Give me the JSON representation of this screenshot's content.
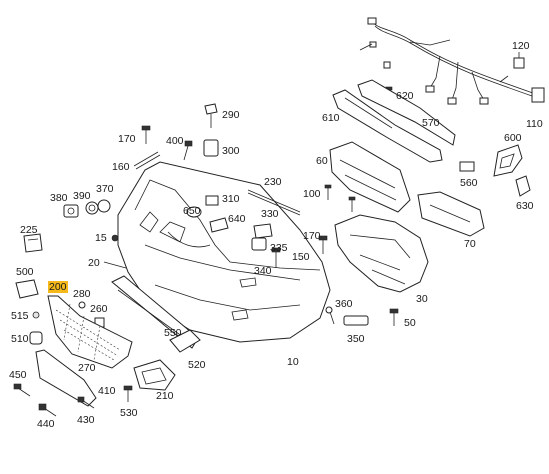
{
  "diagram": {
    "highlight_color": "#f5b91c",
    "callouts": [
      {
        "id": "120",
        "text": "120",
        "highlighted": false
      },
      {
        "id": "620",
        "text": "620",
        "highlighted": false
      },
      {
        "id": "110",
        "text": "110",
        "highlighted": false
      },
      {
        "id": "290",
        "text": "290",
        "highlighted": false
      },
      {
        "id": "610",
        "text": "610",
        "highlighted": false
      },
      {
        "id": "570",
        "text": "570",
        "highlighted": false
      },
      {
        "id": "170a",
        "text": "170",
        "highlighted": false
      },
      {
        "id": "400",
        "text": "400",
        "highlighted": false
      },
      {
        "id": "600",
        "text": "600",
        "highlighted": false
      },
      {
        "id": "300",
        "text": "300",
        "highlighted": false
      },
      {
        "id": "160",
        "text": "160",
        "highlighted": false
      },
      {
        "id": "60",
        "text": "60",
        "highlighted": false
      },
      {
        "id": "560",
        "text": "560",
        "highlighted": false
      },
      {
        "id": "230",
        "text": "230",
        "highlighted": false
      },
      {
        "id": "380",
        "text": "380",
        "highlighted": false
      },
      {
        "id": "390",
        "text": "390",
        "highlighted": false
      },
      {
        "id": "370",
        "text": "370",
        "highlighted": false
      },
      {
        "id": "310",
        "text": "310",
        "highlighted": false
      },
      {
        "id": "100",
        "text": "100",
        "highlighted": false
      },
      {
        "id": "630",
        "text": "630",
        "highlighted": false
      },
      {
        "id": "650",
        "text": "650",
        "highlighted": false
      },
      {
        "id": "330",
        "text": "330",
        "highlighted": false
      },
      {
        "id": "640",
        "text": "640",
        "highlighted": false
      },
      {
        "id": "225",
        "text": "225",
        "highlighted": false
      },
      {
        "id": "15",
        "text": "15",
        "highlighted": false
      },
      {
        "id": "170b",
        "text": "170",
        "highlighted": false
      },
      {
        "id": "335",
        "text": "335",
        "highlighted": false
      },
      {
        "id": "70",
        "text": "70",
        "highlighted": false
      },
      {
        "id": "20",
        "text": "20",
        "highlighted": false
      },
      {
        "id": "150",
        "text": "150",
        "highlighted": false
      },
      {
        "id": "340",
        "text": "340",
        "highlighted": false
      },
      {
        "id": "500",
        "text": "500",
        "highlighted": false
      },
      {
        "id": "200",
        "text": "200",
        "highlighted": true
      },
      {
        "id": "280",
        "text": "280",
        "highlighted": false
      },
      {
        "id": "30",
        "text": "30",
        "highlighted": false
      },
      {
        "id": "260",
        "text": "260",
        "highlighted": false
      },
      {
        "id": "360",
        "text": "360",
        "highlighted": false
      },
      {
        "id": "515",
        "text": "515",
        "highlighted": false
      },
      {
        "id": "50",
        "text": "50",
        "highlighted": false
      },
      {
        "id": "550",
        "text": "550",
        "highlighted": false
      },
      {
        "id": "510",
        "text": "510",
        "highlighted": false
      },
      {
        "id": "350",
        "text": "350",
        "highlighted": false
      },
      {
        "id": "520",
        "text": "520",
        "highlighted": false
      },
      {
        "id": "10",
        "text": "10",
        "highlighted": false
      },
      {
        "id": "270",
        "text": "270",
        "highlighted": false
      },
      {
        "id": "450",
        "text": "450",
        "highlighted": false
      },
      {
        "id": "410",
        "text": "410",
        "highlighted": false
      },
      {
        "id": "210",
        "text": "210",
        "highlighted": false
      },
      {
        "id": "530",
        "text": "530",
        "highlighted": false
      },
      {
        "id": "440",
        "text": "440",
        "highlighted": false
      },
      {
        "id": "430",
        "text": "430",
        "highlighted": false
      }
    ]
  }
}
